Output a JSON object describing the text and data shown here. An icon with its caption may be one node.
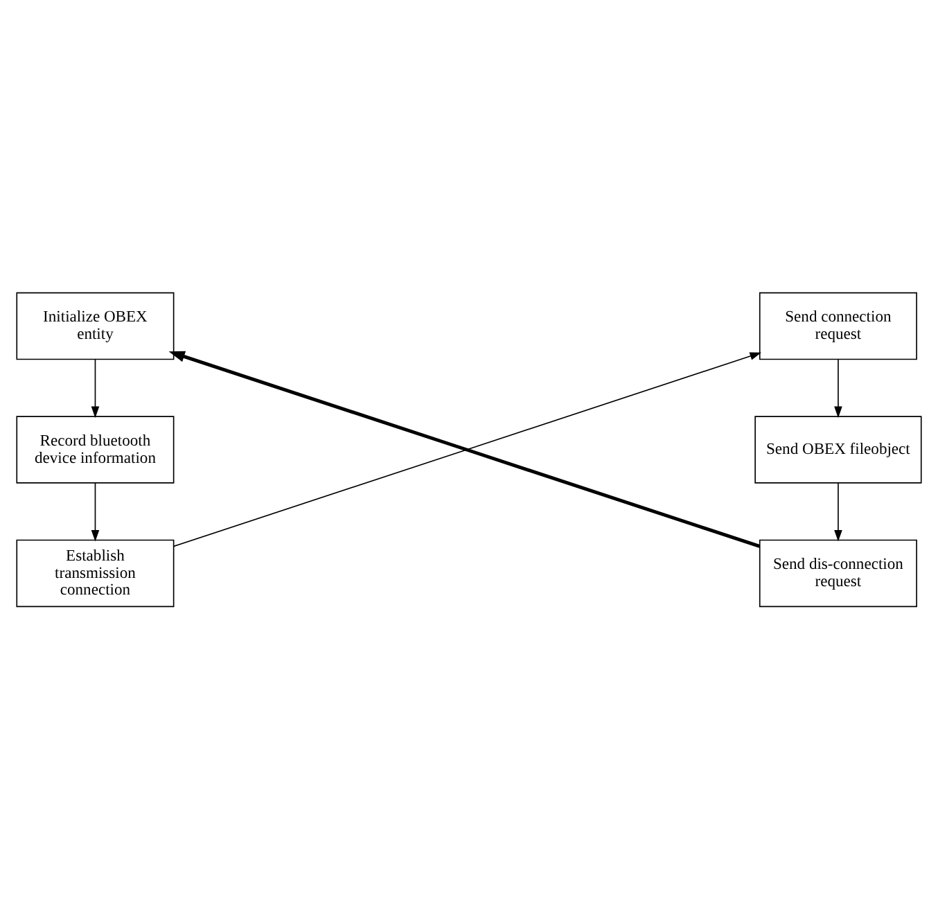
{
  "diagram": {
    "nodes": [
      {
        "text": [
          "Initialize OBEX entity"
        ]
      },
      {
        "text": [
          "Record bluetooth device information"
        ]
      },
      {
        "text": [
          "Establish transmission connection"
        ]
      },
      {
        "text": [
          "Send connection request"
        ]
      },
      {
        "text": [
          "Send OBEX fileobject"
        ]
      },
      {
        "text": [
          "Send dis-connection request"
        ]
      }
    ],
    "edges": [
      {
        "from": 0,
        "to": 1,
        "arrow": "to"
      },
      {
        "from": 1,
        "to": 2,
        "arrow": "to"
      },
      {
        "from": 2,
        "to": 3,
        "arrow": "to"
      },
      {
        "from": 3,
        "to": 4,
        "arrow": "to"
      },
      {
        "from": 4,
        "to": 5,
        "arrow": "to"
      },
      {
        "from": 5,
        "to": 0,
        "arrow": "to",
        "style": "thick"
      }
    ]
  }
}
